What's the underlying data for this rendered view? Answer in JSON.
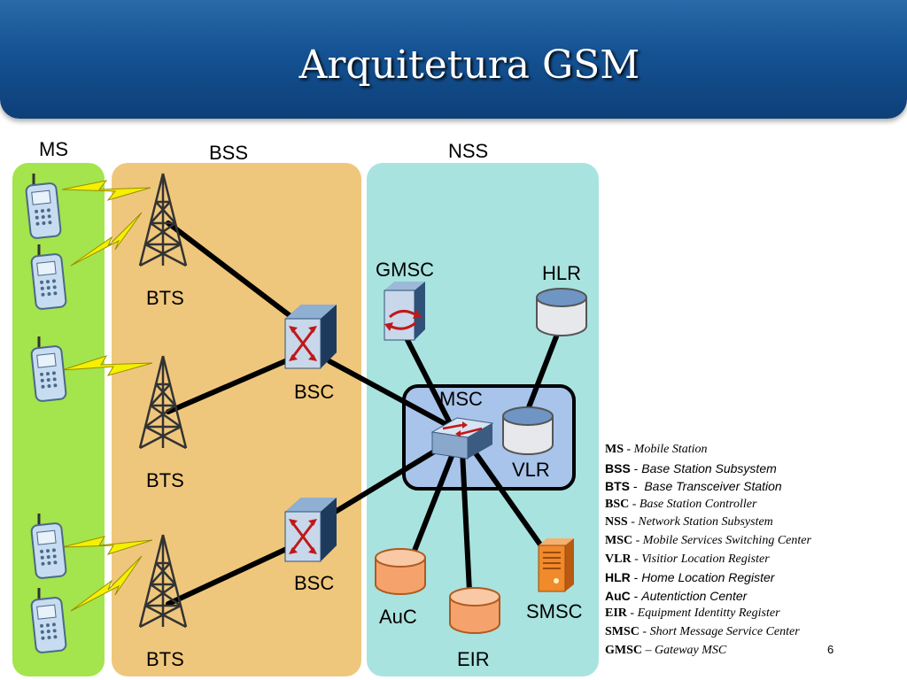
{
  "slide": {
    "title": "Arquitetura GSM",
    "page_number": "6"
  },
  "groups": {
    "ms": "MS",
    "bss": "BSS",
    "nss": "NSS"
  },
  "nodes": {
    "bts_1": "BTS",
    "bts_2": "BTS",
    "bts_3": "BTS",
    "bsc_1": "BSC",
    "bsc_2": "BSC",
    "gmsc": "GMSC",
    "hlr": "HLR",
    "msc": "MSC",
    "vlr": "VLR",
    "auc": "AuC",
    "eir": "EIR",
    "smsc": "SMSC"
  },
  "legend": [
    {
      "abbr": "MS",
      "sep": " - ",
      "desc": "Mobile Station",
      "font": "serif"
    },
    {
      "abbr": "BSS",
      "sep": " - ",
      "desc": "Base Station Subsystem",
      "font": "sans"
    },
    {
      "abbr": "BTS",
      "sep": " -  ",
      "desc": "Base Transceiver Station",
      "font": "sans"
    },
    {
      "abbr": "BSC",
      "sep": " - ",
      "desc": "Base Station Controller",
      "font": "serif"
    },
    {
      "abbr": "NSS",
      "sep": " - ",
      "desc": "Network Station Subsystem",
      "font": "serif"
    },
    {
      "abbr": "MSC",
      "sep": " - ",
      "desc": "Mobile Services Switching Center",
      "font": "serif"
    },
    {
      "abbr": "VLR",
      "sep": " - ",
      "desc": "Visitior Location Register",
      "font": "serif"
    },
    {
      "abbr": "HLR",
      "sep": " - ",
      "desc": "Home Location Register",
      "font": "sans"
    },
    {
      "abbr": "AuC",
      "sep": " - ",
      "desc": "Autentiction Center",
      "font": "sans"
    },
    {
      "abbr": "EIR",
      "sep": " - ",
      "desc": "Equipment Identitty Register",
      "font": "serif"
    },
    {
      "abbr": "SMSC",
      "sep": " - ",
      "desc": "Short Message Service Center",
      "font": "serif"
    },
    {
      "abbr": "GMSC",
      "sep": " – ",
      "desc": "Gateway MSC",
      "font": "serif"
    }
  ],
  "colors": {
    "header_blue": "#145293",
    "ms_green": "#a4e44c",
    "bss_orange": "#efc77c",
    "nss_teal": "#a9e3df",
    "msc_blue": "#a8c4ea",
    "lightning_yellow": "#f4f000",
    "database_orange": "#f5a26c"
  }
}
